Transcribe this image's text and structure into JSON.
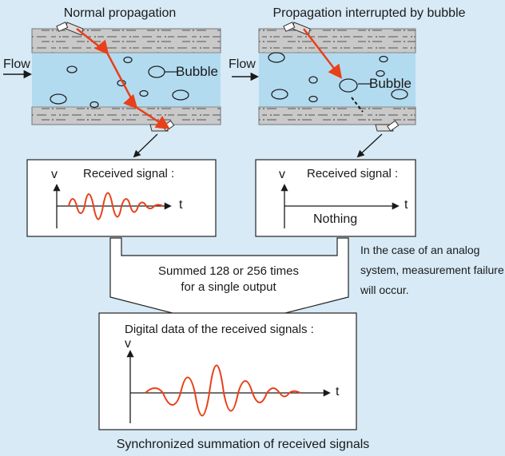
{
  "titles": {
    "left": "Normal propagation",
    "right": "Propagation interrupted by bubble"
  },
  "labels": {
    "flow": "Flow",
    "bubble": "Bubble"
  },
  "signal_boxes": {
    "left": {
      "title": "Received signal :",
      "y_axis": "v",
      "x_axis": "t"
    },
    "right": {
      "title": "Received signal :",
      "y_axis": "v",
      "x_axis": "t",
      "message": "Nothing"
    }
  },
  "summation": {
    "line1": "Summed 128 or 256 times",
    "line2": "for a single output"
  },
  "note": "In the case of an analog system, measurement failure will occur.",
  "digital_box": {
    "title": "Digital data of the received signals :",
    "y_axis": "v",
    "x_axis": "t"
  },
  "caption": "Synchronized summation of received signals",
  "colors": {
    "background": "#d7eaf6",
    "pipe_wall": "#c9c9c9",
    "fluid": "#b3dbf0",
    "signal": "#e8401a"
  }
}
